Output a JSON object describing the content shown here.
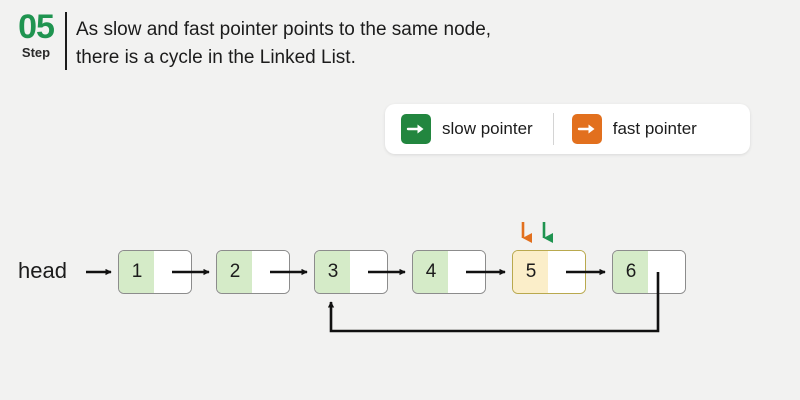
{
  "background_color": "#f2f2f1",
  "header": {
    "step_number": "05",
    "step_word": "Step",
    "text_line1": "As slow and fast pointer points to the same node,",
    "text_line2": "there is a cycle in the Linked List.",
    "accent_color": "#1f9450",
    "rule_color": "#1c1c1c"
  },
  "legend": {
    "items": [
      {
        "label": "slow pointer",
        "color": "#22863f",
        "icon": "arrow-right-icon"
      },
      {
        "label": "fast pointer",
        "color": "#e2701e",
        "icon": "arrow-right-icon"
      }
    ],
    "divider": true,
    "panel_color": "#ffffff"
  },
  "diagram": {
    "type": "linked-list-cycle",
    "head_label": "head",
    "node_fill_green": "#d5ebc8",
    "node_fill_yellow": "#fbeec9",
    "node_border": "#8c8c8c",
    "node_border_highlight": "#b9a94e",
    "arrow_color": "#111111",
    "nodes": [
      {
        "value": "1",
        "highlight": false
      },
      {
        "value": "2",
        "highlight": false
      },
      {
        "value": "3",
        "highlight": false
      },
      {
        "value": "4",
        "highlight": false
      },
      {
        "value": "5",
        "highlight": true
      },
      {
        "value": "6",
        "highlight": false
      }
    ],
    "cycle": {
      "from_node": "6",
      "to_node": "3"
    },
    "pointers": [
      {
        "name": "fast pointer",
        "at_node": "5",
        "color": "#e2701e"
      },
      {
        "name": "slow pointer",
        "at_node": "5",
        "color": "#1f9450"
      }
    ]
  }
}
